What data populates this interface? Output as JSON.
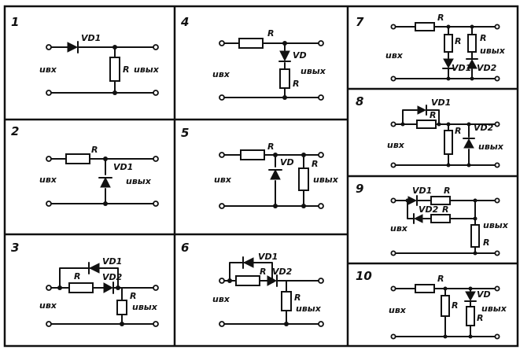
{
  "labels": {
    "vd": "VD",
    "vd1": "VD1",
    "vd2": "VD2",
    "r": "R",
    "uin": "uвх",
    "uout": "uвых"
  },
  "panels": [
    {
      "number": "1"
    },
    {
      "number": "2"
    },
    {
      "number": "3"
    },
    {
      "number": "4"
    },
    {
      "number": "5"
    },
    {
      "number": "6"
    },
    {
      "number": "7"
    },
    {
      "number": "8"
    },
    {
      "number": "9"
    },
    {
      "number": "10"
    }
  ]
}
